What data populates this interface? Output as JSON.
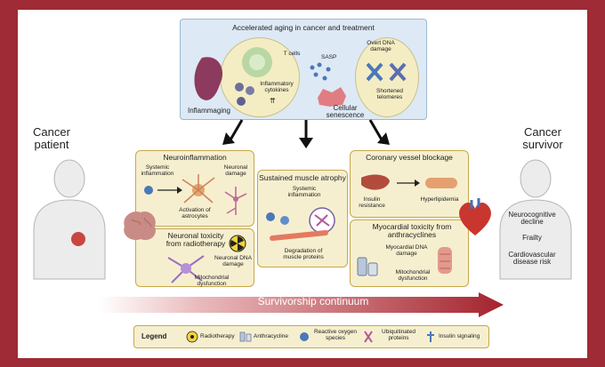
{
  "top_panel": {
    "title": "Accelerated aging in cancer and treatment",
    "inflammaging": "Inflammaging",
    "t_cells": "T cells",
    "cytokines": "Inflammatory cytokines",
    "sasp": "SASP",
    "overt_dna_damage": "Overt DNA damage",
    "shortened_telomeres": "Shortened telomeres",
    "cellular_senescence": "Cellular senescence"
  },
  "left_figure": {
    "label": "Cancer patient"
  },
  "right_figure": {
    "label": "Cancer survivor",
    "outcomes": [
      "Neurocognitive decline",
      "Frailty",
      "Cardiovascular disease risk"
    ]
  },
  "neuroinflammation": {
    "title": "Neuroinflammation",
    "systemic_inflammation": "Systemic inflammation",
    "neuronal_damage": "Neuronal damage",
    "activation": "Activation of astrocytes"
  },
  "neuronal_toxicity": {
    "title": "Neuronal toxicity from radiotherapy",
    "dna_damage": "Neuronal DNA damage",
    "mito": "Mitochondrial dysfunction"
  },
  "muscle": {
    "title": "Sustained muscle atrophy",
    "systemic_inflammation": "Systemic inflammation",
    "degradation": "Degradation of muscle proteins"
  },
  "coronary": {
    "title": "Coronary vessel blockage",
    "insulin_resistance": "Insulin resistance",
    "hyperlipidemia": "Hyperlipidemia"
  },
  "myocardial": {
    "title": "Myocardial toxicity from anthracyclines",
    "dna_damage": "Myocardial DNA damage",
    "mito": "Mitochondrial dysfunction"
  },
  "continuum": {
    "label": "Survivorship continuum"
  },
  "legend": {
    "title": "Legend",
    "items": [
      "Radiotherapy",
      "Anthracycline",
      "Reactive oxygen species",
      "Ubiquitinated proteins",
      "Insulin signaling"
    ]
  },
  "colors": {
    "frame": "#9e2b35",
    "top_panel": "#dde9f5",
    "box_fill": "#f6efcf",
    "box_border": "#c7a84a",
    "arrow": "#a4232d"
  }
}
